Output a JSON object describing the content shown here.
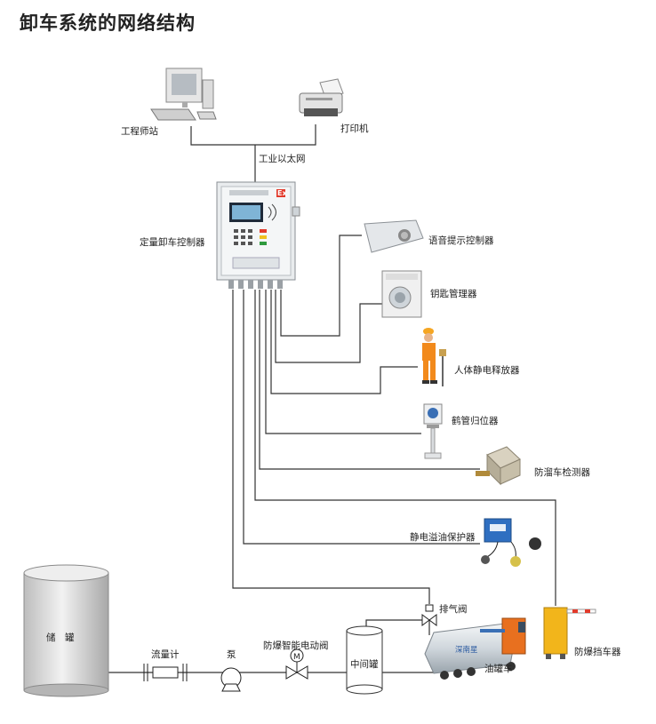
{
  "title": "卸车系统的网络结构",
  "nodes": {
    "workstation": "工程师站",
    "printer": "打印机",
    "ethernet": "工业以太网",
    "controller": "定量卸车控制器",
    "voice": "语音提示控制器",
    "key_mgr": "钥匙管理器",
    "static_release": "人体静电释放器",
    "crane_return": "鹤管归位器",
    "anti_slip": "防溜车检测器",
    "overflow": "静电溢油保护器",
    "exhaust_valve": "排气阀",
    "tanker": "油罐车",
    "barrier": "防爆挡车器",
    "storage_tank": "储　罐",
    "flowmeter": "流量计",
    "pump": "泵",
    "motor_valve": "防爆智能电动阀",
    "middle_tank": "中间罐"
  },
  "controller_badge": "Ex",
  "tanker_brand": "深南星",
  "colors": {
    "line": "#333333",
    "cabinet": "#e9ecee",
    "tank": "#d9d9d9",
    "barrier": "#f2b51b",
    "tanker_cab": "#e8701f",
    "overflow_box": "#2f6fc1"
  }
}
